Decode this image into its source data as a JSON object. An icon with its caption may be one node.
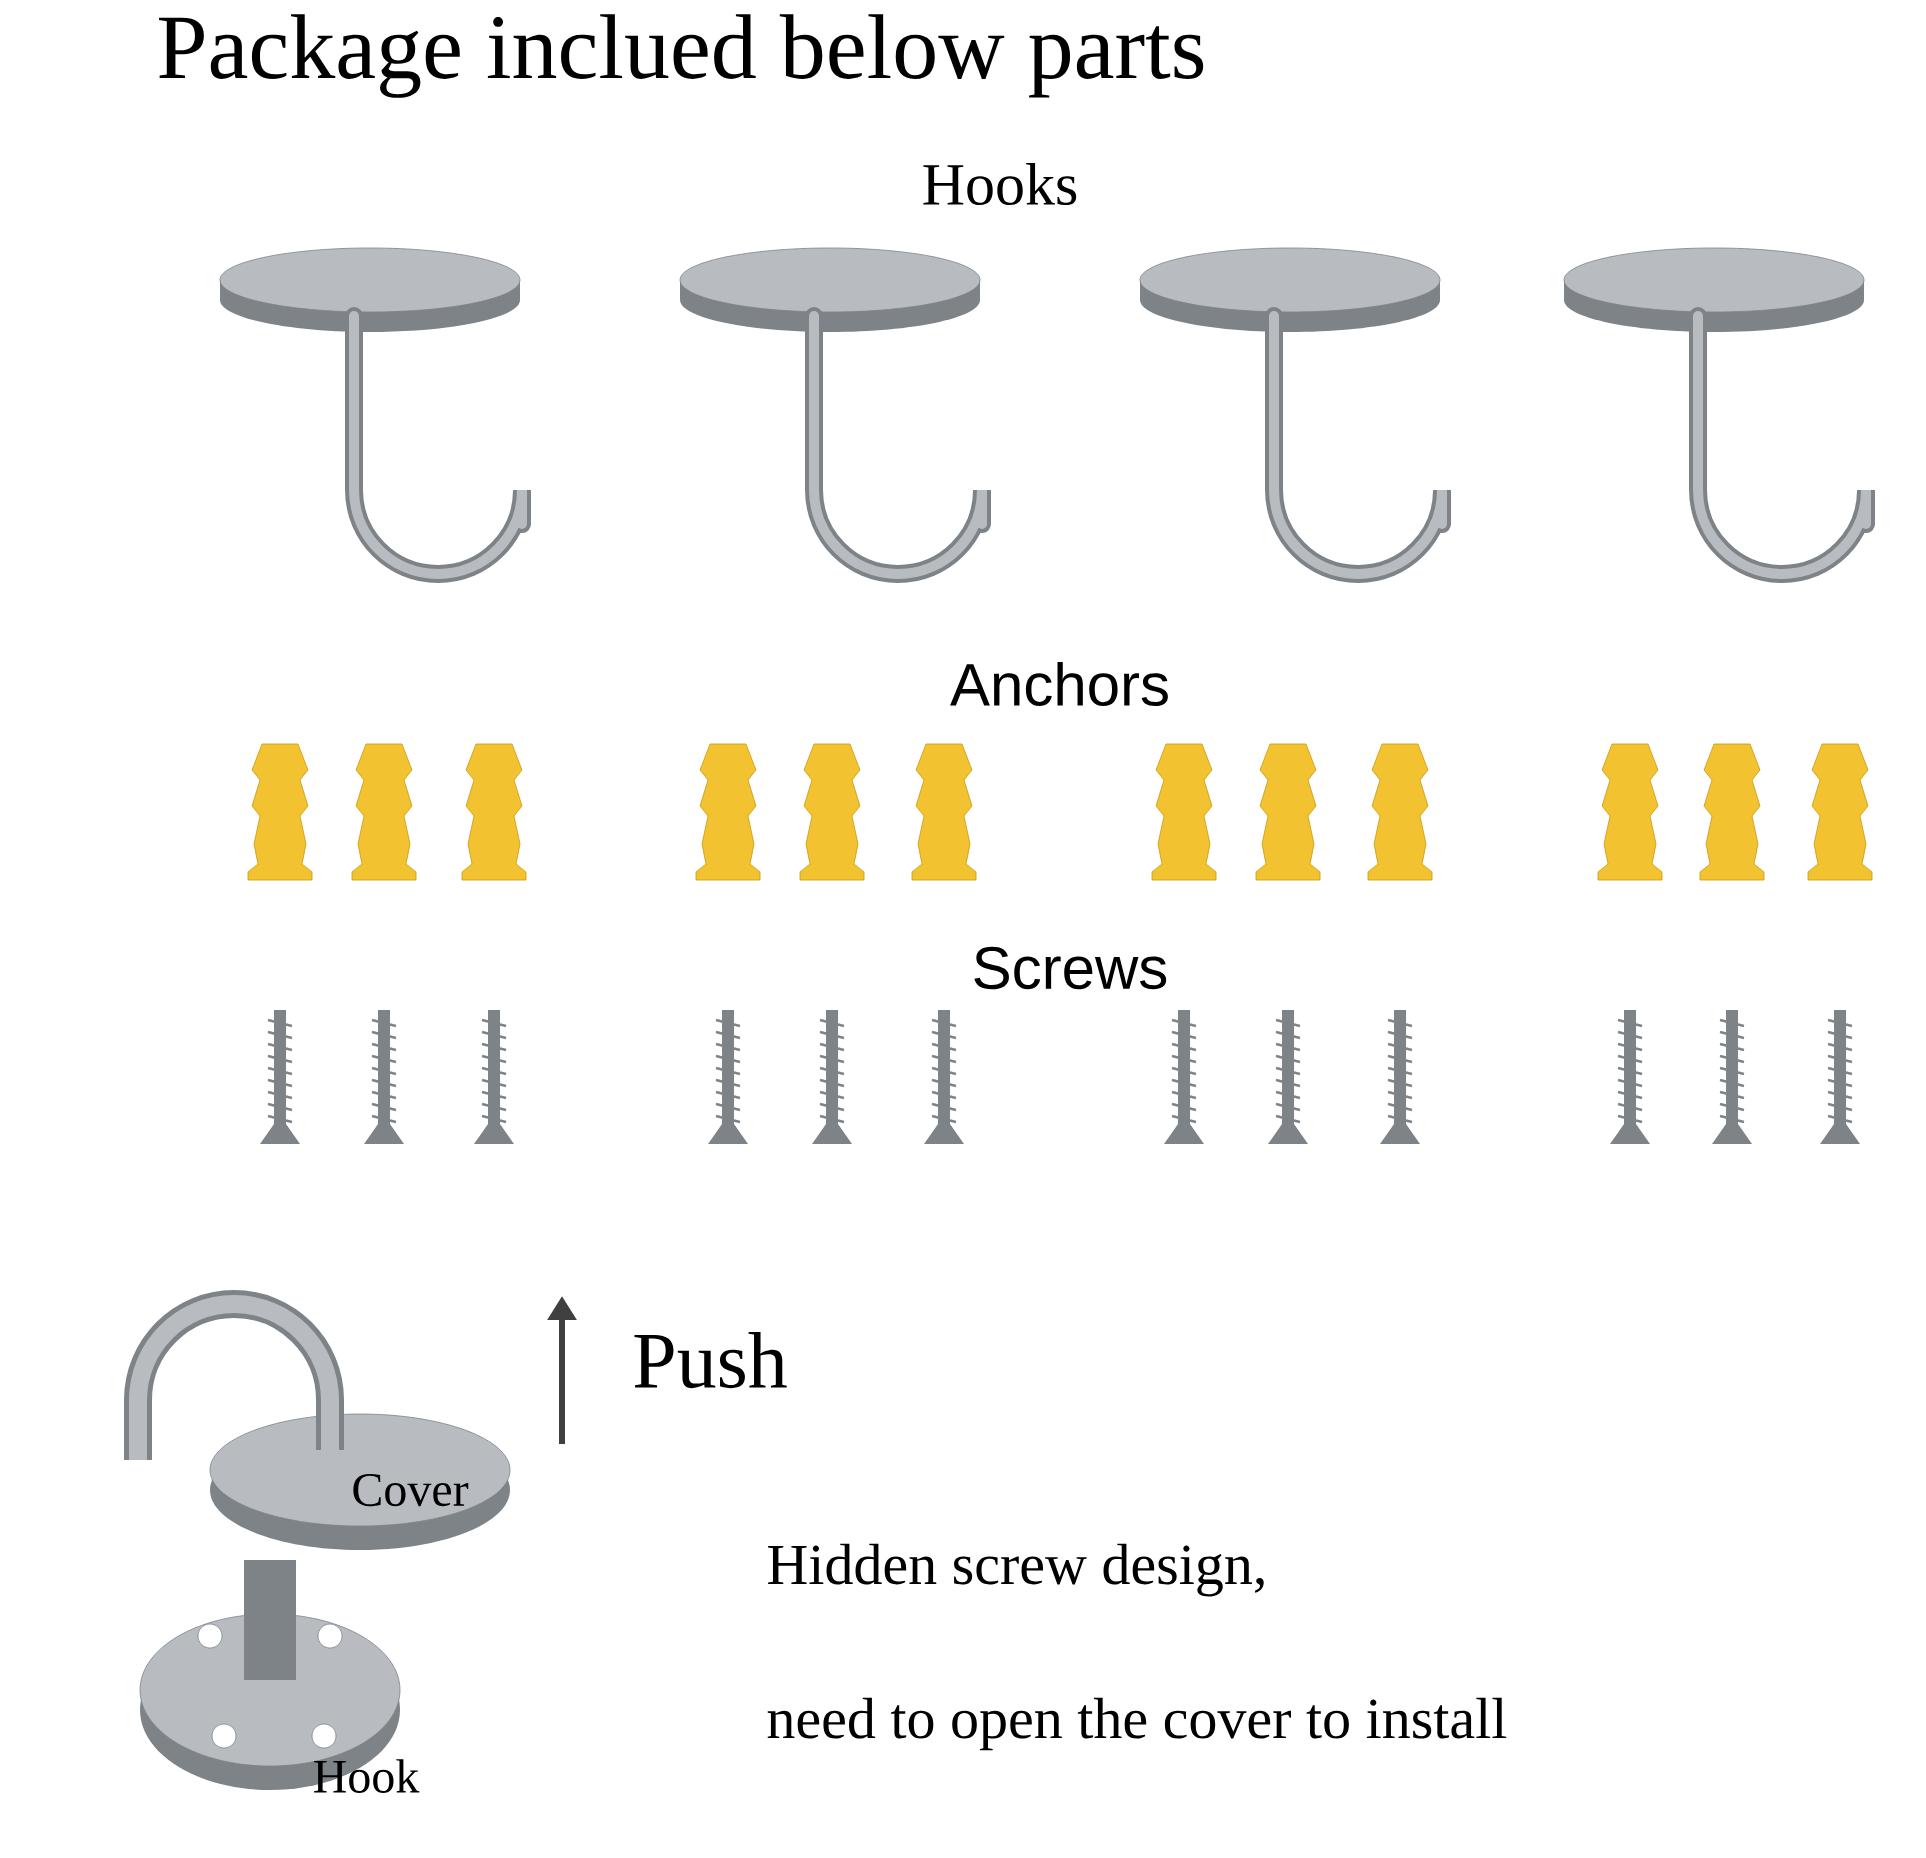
{
  "diagram": {
    "title": "Package inclued below parts",
    "labels": [
      "Hooks",
      "Anchors",
      "Screws",
      "Push",
      "Cover",
      "Hook",
      "Hidden screw design,",
      "need to open the cover to install"
    ]
  }
}
